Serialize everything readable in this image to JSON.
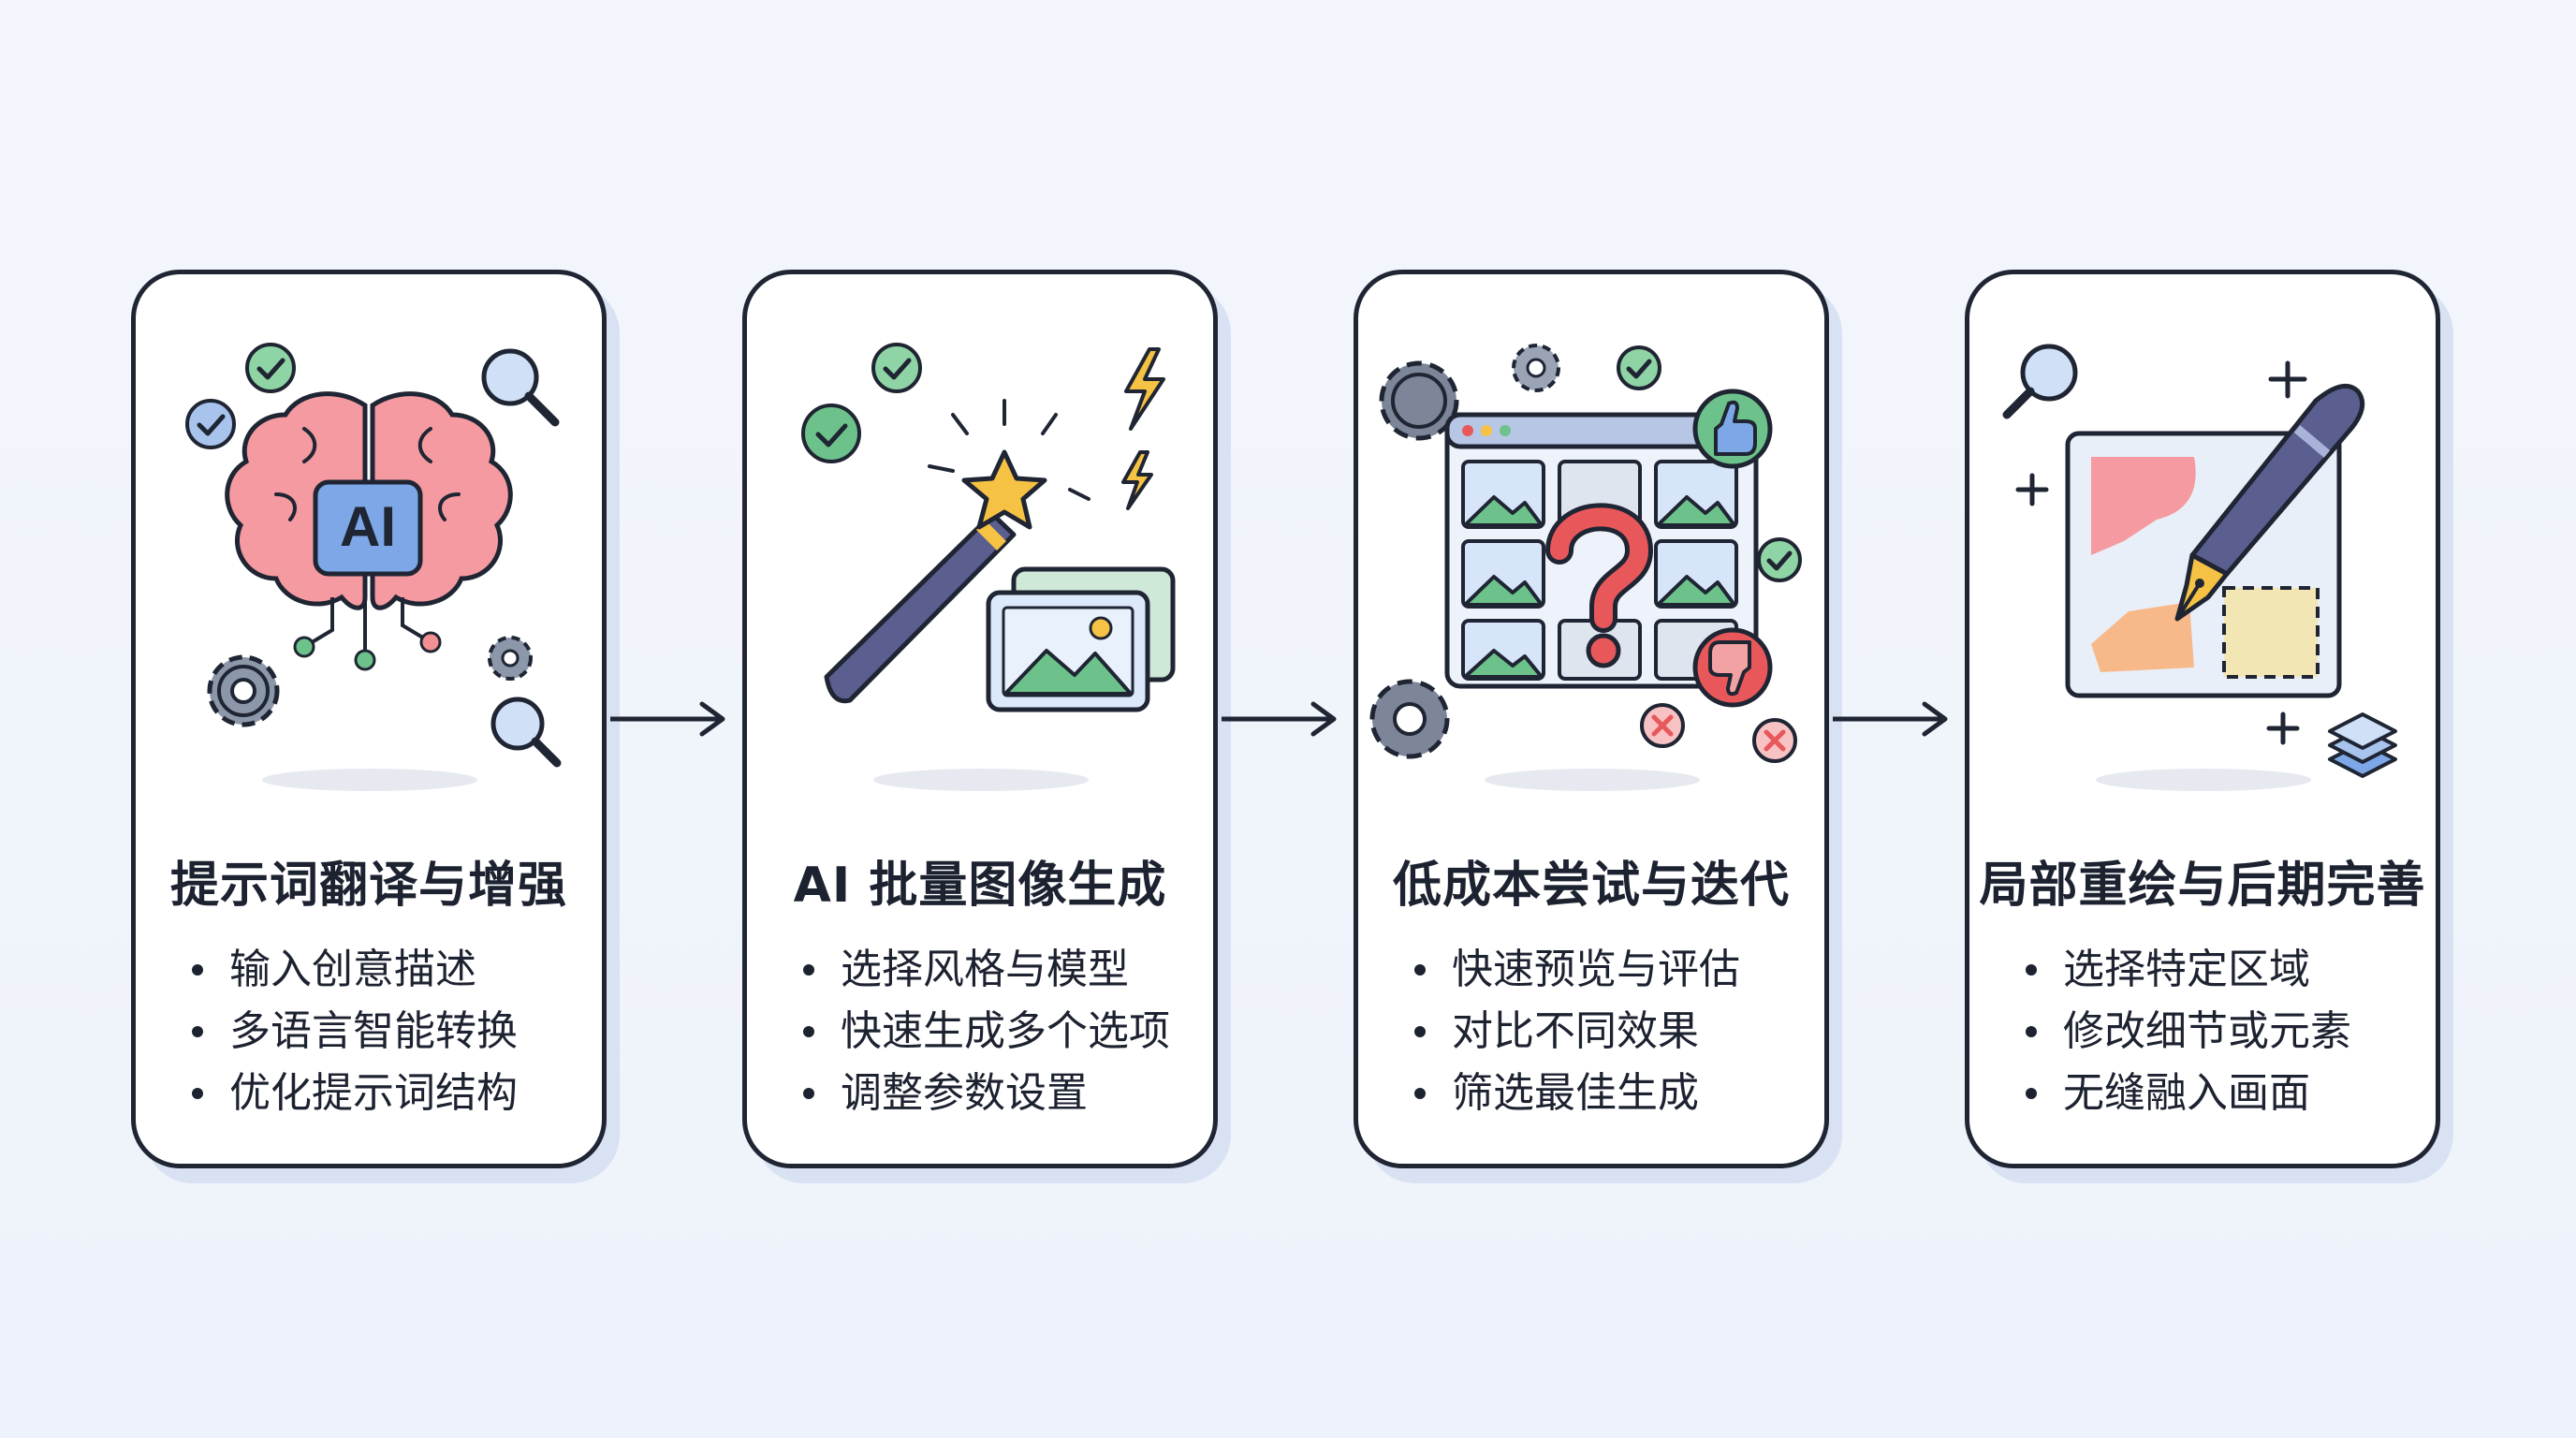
{
  "steps": [
    {
      "title": "提示词翻译与增强",
      "badge": "AI",
      "bullets": [
        "输入创意描述",
        "多语言智能转换",
        "优化提示词结构"
      ]
    },
    {
      "title": "AI 批量图像生成",
      "bullets": [
        "选择风格与模型",
        "快速生成多个选项",
        "调整参数设置"
      ]
    },
    {
      "title": "低成本尝试与迭代",
      "bullets": [
        "快速预览与评估",
        "对比不同效果",
        "筛选最佳生成"
      ]
    },
    {
      "title": "局部重绘与后期完善",
      "bullets": [
        "选择特定区域",
        "修改细节或元素",
        "无缝融入画面"
      ]
    }
  ],
  "colors": {
    "outline": "#1f2533",
    "brain_pink": "#f28f93",
    "ai_chip_blue": "#7da7e6",
    "green": "#6cc28a",
    "red": "#e8585a",
    "yellow": "#f5c243",
    "purple_wand": "#5a5f8f",
    "gear_gray": "#7c8698"
  },
  "icons": [
    "brain-icon",
    "magnifier-icon",
    "check-icon",
    "gear-icon",
    "magic-wand-icon",
    "lightning-icon",
    "image-icon",
    "question-mark-icon",
    "thumbs-up-icon",
    "thumbs-down-icon",
    "x-icon",
    "pen-nib-icon",
    "plus-icon",
    "layers-icon"
  ]
}
